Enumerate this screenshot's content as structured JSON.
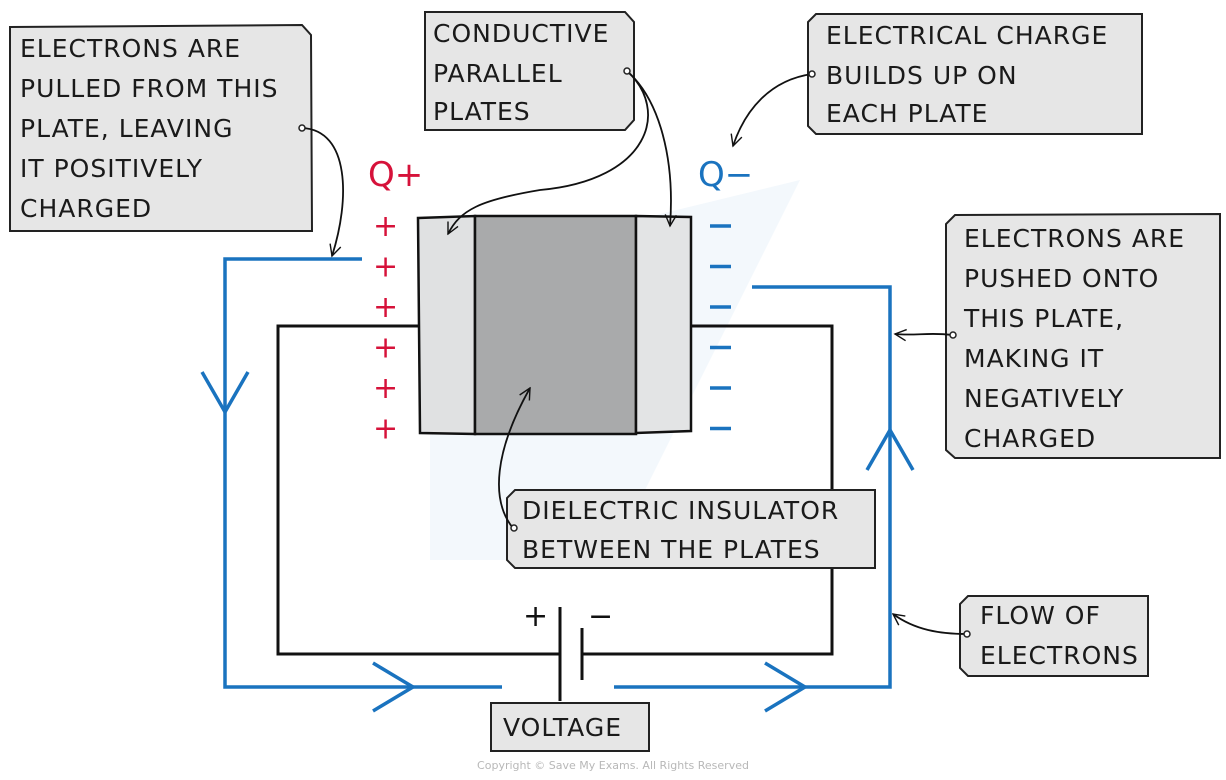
{
  "colors": {
    "positive": "#d6123a",
    "negative": "#1a73bf",
    "electron_flow": "#1a73bf",
    "wire": "#111111",
    "plate": "#e0e1e2",
    "dielectric": "#a9aaab",
    "label_bg": "#e6e6e6"
  },
  "labels": {
    "electrons_pulled": [
      "ELECTRONS  ARE",
      "PULLED  FROM THIS",
      "PLATE,  LEAVING",
      "IT  POSITIVELY",
      "CHARGED"
    ],
    "conductive_plates": [
      "CONDUCTIVE",
      "PARALLEL",
      "PLATES"
    ],
    "charge_builds": [
      "ELECTRICAL  CHARGE",
      "BUILDS  UP  ON",
      "EACH  PLATE"
    ],
    "electrons_pushed": [
      "ELECTRONS  ARE",
      "PUSHED  ONTO",
      "THIS  PLATE,",
      "MAKING  IT",
      "NEGATIVELY",
      "CHARGED"
    ],
    "dielectric": [
      "DIELECTRIC  INSULATOR",
      "BETWEEN  THE  PLATES"
    ],
    "flow": [
      "FLOW  OF",
      "ELECTRONS"
    ],
    "voltage": "VOLTAGE"
  },
  "charges": {
    "positive_label": "Q+",
    "negative_label": "Q−",
    "positive_sign": "+",
    "negative_sign": "−",
    "count_per_plate": 6
  },
  "battery": {
    "positive_terminal": "+",
    "negative_terminal": "−"
  },
  "copyright": "Copyright © Save My Exams. All Rights Reserved"
}
